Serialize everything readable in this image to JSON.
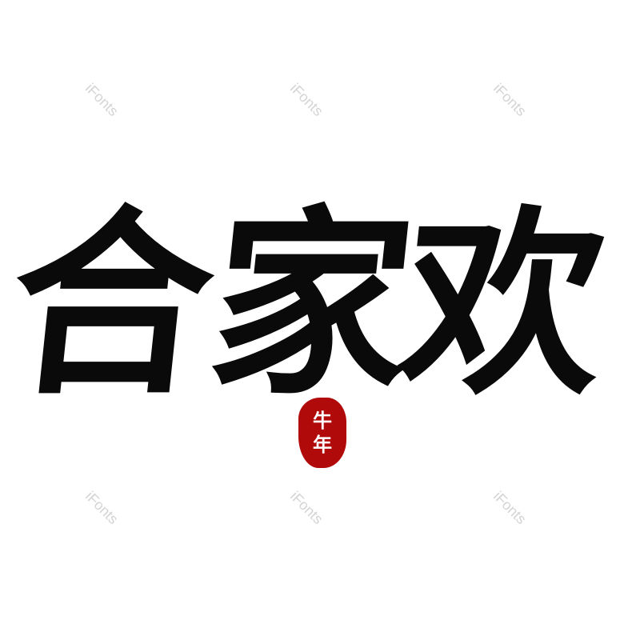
{
  "title": {
    "chars": [
      "合",
      "家",
      "欢"
    ],
    "color": "#0a0a0a"
  },
  "seal": {
    "chars": [
      "牛",
      "年"
    ],
    "color": "#b00a0a"
  },
  "watermark": {
    "text": "iFonts"
  }
}
